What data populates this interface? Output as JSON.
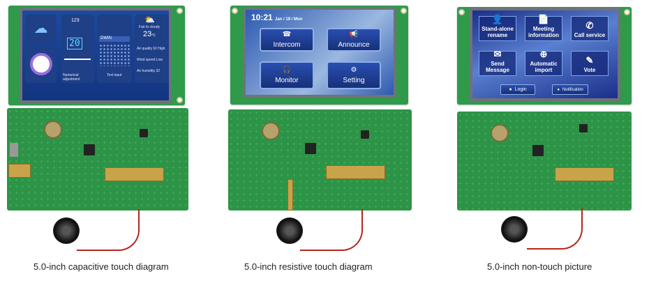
{
  "modules": [
    {
      "caption": "5.0-inch capacitive touch diagram",
      "screen": {
        "counter": "20",
        "weather": "Fair to cloudy",
        "temperature": "23",
        "unit": "℃",
        "air_quality": "Air quality",
        "air_quality_value": "52 High",
        "wind": "Wind speed",
        "wind_value": "Low",
        "humidity": "Air humidity",
        "humidity_value": "32",
        "numeric_label": "Numerical adjustment",
        "text_label": "Text input",
        "keyboard_value": "DWIN",
        "icon_label": "123"
      }
    },
    {
      "caption": "5.0-inch resistive touch  diagram",
      "screen": {
        "time": "10:21",
        "date": "Jan / 19 / Mon",
        "buttons": [
          "Intercom",
          "Announce",
          "Monitor",
          "Setting"
        ]
      }
    },
    {
      "caption": "5.0-inch non-touch  picture",
      "screen": {
        "tiles": [
          "Stand-alone rename",
          "Meeting information",
          "Call service",
          "Send Message",
          "Automatic import",
          "Vote"
        ],
        "login": "Login",
        "notification": "Notification"
      }
    }
  ]
}
